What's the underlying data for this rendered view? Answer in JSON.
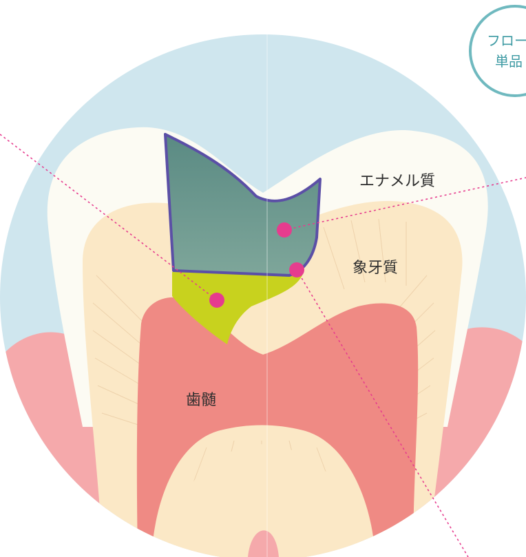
{
  "labels": {
    "enamel": "エナメル質",
    "dentin": "象牙質",
    "pulp": "歯髄"
  },
  "badge": {
    "line1": "フロー",
    "line2": "単品"
  },
  "colors": {
    "background_sky": "#cfe6ee",
    "enamel": "#fcfbf3",
    "dentin": "#fbe8c6",
    "pulp": "#ef8a84",
    "gum": "#f5a9ab",
    "filling": "#6f968d",
    "filling_outline": "#5b4fa6",
    "liner": "#c8d21e",
    "pointer_dot": "#e63c8e",
    "badge_ring": "#6fb9bf"
  }
}
